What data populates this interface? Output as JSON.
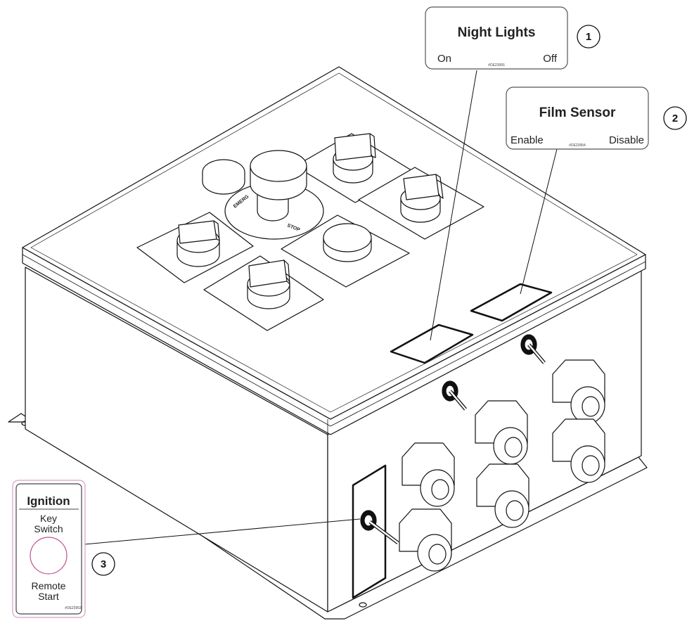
{
  "labels": {
    "night_lights": {
      "title": "Night Lights",
      "left": "On",
      "right": "Off",
      "code": "#DE23955",
      "number": "1"
    },
    "film_sensor": {
      "title": "Film Sensor",
      "left": "Enable",
      "right": "Disable",
      "code": "#DE23954",
      "number": "2"
    },
    "ignition": {
      "title": "Ignition",
      "line1": "Key",
      "line2": "Switch",
      "bottom1": "Remote",
      "bottom2": "Start",
      "code": "#DE23953",
      "number": "3"
    }
  },
  "panel_text": {
    "emergency": "EMERG",
    "stop": "STOP"
  },
  "colors": {
    "line": "#111111",
    "ignition_border": "#d9a0c8",
    "ignition_circle": "#c0508f"
  }
}
